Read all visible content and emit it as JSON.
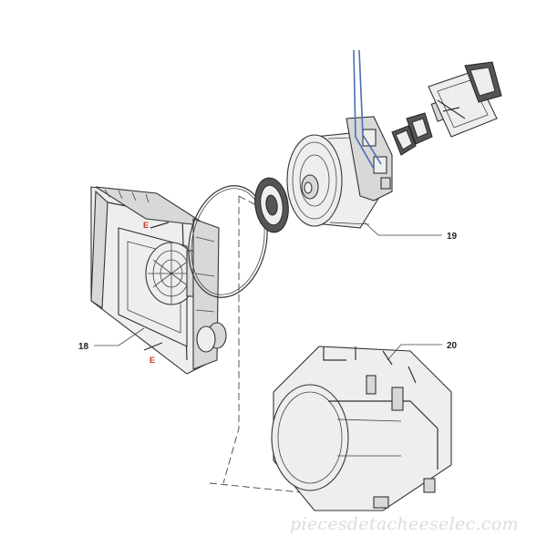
{
  "callouts": {
    "part_18": "18",
    "part_19": "19",
    "part_20": "20",
    "mark_e_top": "E",
    "mark_e_bottom": "E"
  },
  "watermark": "piecesdetacheeselec.com",
  "colors": {
    "line": "#333333",
    "wire": "#4a6fb0",
    "mark_e": "#c0392b",
    "watermark": "#dcdcdc"
  }
}
